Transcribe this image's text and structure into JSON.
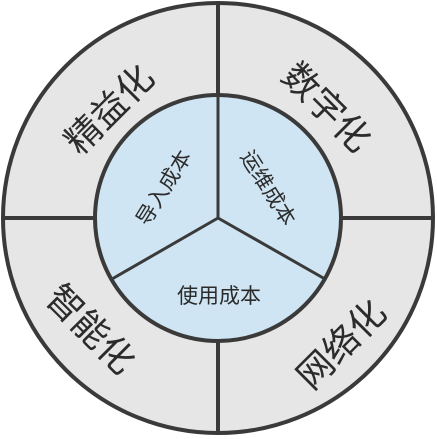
{
  "colors": {
    "outer_fill": "#e6e6e6",
    "inner_fill": "#cfe5f3",
    "stroke": "#3a3a3a",
    "text": "#2b2b2b"
  },
  "outer_ring": {
    "top_left": "精益化",
    "top_right": "数字化",
    "bottom_left": "智能化",
    "bottom_right": "网络化"
  },
  "inner_circle": {
    "left": "导入成本",
    "right": "运维成本",
    "bottom": "使用成本"
  }
}
